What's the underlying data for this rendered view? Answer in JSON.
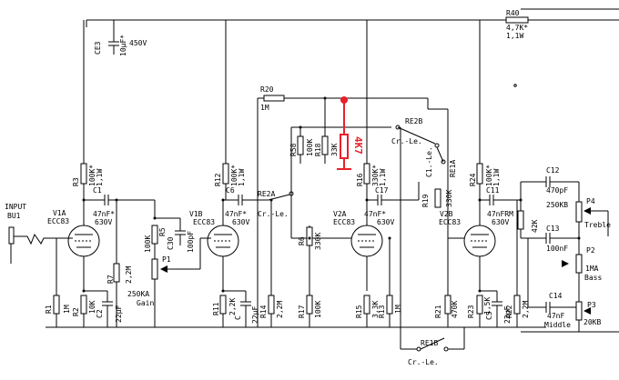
{
  "colors": {
    "line": "#000000",
    "highlight": "#e8202a",
    "background": "#ffffff"
  },
  "labels": {
    "r40": "R40",
    "r40_val": "4,7K*",
    "r40_pw": "1,1W",
    "ce3": "CE3",
    "ce3_val": "10µF*",
    "ce3_volt": "450V",
    "r20": "R20",
    "r20_val": "1M",
    "re2b": "RE2B",
    "re2b_sub": "Cr.-Le.",
    "r58": "R58",
    "r58_val": "100K",
    "r18": "R18",
    "r18_val": "33K",
    "r_red": "4K7",
    "c1_le": "C1.-Le.",
    "re1a": "RE1A",
    "r3": "R3",
    "r3_val": "100K*",
    "r3_pw": "1,1W",
    "c1": "C1",
    "c1_val": "47nF*",
    "c1_volt": "630V",
    "r12": "R12",
    "r12_val": "100K*",
    "r12_pw": "1,1W",
    "c6": "C6",
    "c6_val": "47nF*",
    "c6_volt": "630V",
    "re2a": "RE2A",
    "re2a_sub": "Cr.-Le.",
    "r16": "R16",
    "r16_val": "330K*",
    "r16_pw": "1,1W",
    "c17": "C17",
    "c17_val": "47nF*",
    "c17_volt": "630V",
    "r19": "R19",
    "r19_val": "330K",
    "r24": "R24",
    "r24_val": "100K*",
    "r24_pw": "1,1W",
    "c11": "C11",
    "c11_val": "47nFRM",
    "c11_volt": "630V",
    "c12": "C12",
    "c12_val": "470pF",
    "p4_val": "250KB",
    "p4": "P4",
    "p4_name": "Treble",
    "r_42k": "42K",
    "c13": "C13",
    "c13_val": "100nF",
    "p2": "P2",
    "p2_val": "1MA",
    "p2_name": "Bass",
    "c14": "C14",
    "c14_val": "47nF",
    "p3": "P3",
    "p3_name": "Middle",
    "p3_val": "20KB",
    "input": "INPUT",
    "bu1": "BU1",
    "v1a": "V1A",
    "v1a_t": "ECC83",
    "v1b": "V1B",
    "v1b_t": "ECC83",
    "v2a": "V2A",
    "v2a_t": "ECC83",
    "v2b": "V2B",
    "v2b_t": "ECC83",
    "r_100k_a": "100K",
    "r5_lbl": "R5",
    "c30": "C30",
    "c30_val": "100pF",
    "r7": "R7",
    "r7_val": "2,2M",
    "p1": "P1",
    "p1_val": "250KA",
    "p1_name": "Gain",
    "r6": "R6",
    "r6_val": "330K",
    "r1": "R1",
    "r1_val": "1M",
    "r2": "R2",
    "r2_val": "10K",
    "c2": "C2",
    "c2_val": "22µF",
    "r11": "R11",
    "r11_val": "2,2K",
    "ce": "C",
    "ce_val": "22µF",
    "r14": "R14",
    "r14_val": "2,2M",
    "r17": "R17",
    "r17_val": "100K",
    "r15": "R15",
    "r15_val": "3,3K",
    "r13": "R13",
    "r13_val": "1M",
    "r21": "R21",
    "r21_val": "470K",
    "r23": "R23",
    "r23_val": "1,5K",
    "c5": "C5",
    "c5_val": "22µF",
    "r22": "R22",
    "r22_val": "2,2M",
    "re1b": "RE1B",
    "re1b_sub": "Cr.-Le."
  }
}
